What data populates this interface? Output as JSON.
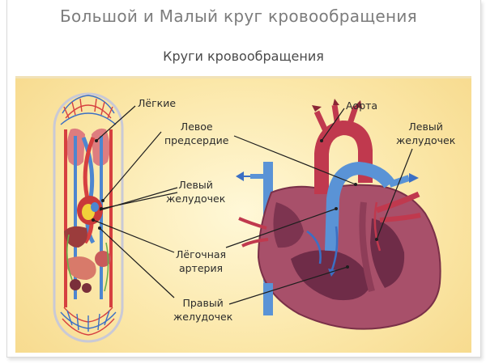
{
  "slide": {
    "title": "Большой и Малый круг кровообращения"
  },
  "diagram": {
    "title": "Круги кровообращения",
    "labels": {
      "lungs": "Лёгкие",
      "left_atrium_line1": "Левое",
      "left_atrium_line2": "предсердие",
      "left_ventricle_line1": "Левый",
      "left_ventricle_line2": "желудочек",
      "pulmonary_artery_line1": "Лёгочная",
      "pulmonary_artery_line2": "артерия",
      "right_ventricle_line1": "Правый",
      "right_ventricle_line2": "желудочек",
      "aorta": "Аорта",
      "left_ventricle_right_line1": "Левый",
      "left_ventricle_right_line2": "желудочек"
    }
  }
}
